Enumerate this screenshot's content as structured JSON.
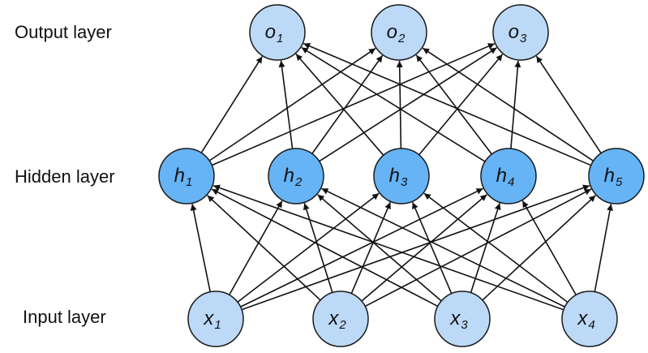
{
  "labels": {
    "output": "Output layer",
    "hidden": "Hidden layer",
    "input": "Input layer"
  },
  "layers": {
    "output": [
      {
        "base": "o",
        "sub": "1"
      },
      {
        "base": "o",
        "sub": "2"
      },
      {
        "base": "o",
        "sub": "3"
      }
    ],
    "hidden": [
      {
        "base": "h",
        "sub": "1"
      },
      {
        "base": "h",
        "sub": "2"
      },
      {
        "base": "h",
        "sub": "3"
      },
      {
        "base": "h",
        "sub": "4"
      },
      {
        "base": "h",
        "sub": "5"
      }
    ],
    "input": [
      {
        "base": "x",
        "sub": "1"
      },
      {
        "base": "x",
        "sub": "2"
      },
      {
        "base": "x",
        "sub": "3"
      },
      {
        "base": "x",
        "sub": "4"
      }
    ]
  },
  "connections": "fully-connected",
  "colors": {
    "input_fill": "#bcd9f7",
    "hidden_fill": "#66b3f5",
    "output_fill": "#bcd9f7",
    "stroke": "#1a1a1a",
    "edge": "#111111"
  }
}
